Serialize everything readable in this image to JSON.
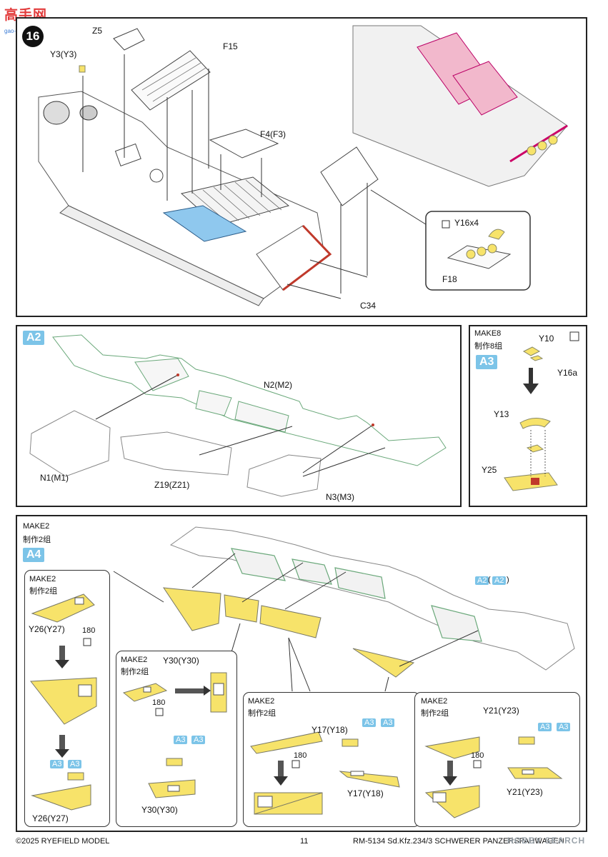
{
  "watermark": {
    "logo_text": "高手网",
    "url_text": "gao-shou.com"
  },
  "step16": {
    "step_number": "16",
    "labels": {
      "z5": "Z5",
      "f15": "F15",
      "y3": "Y3(Y3)",
      "f4": "F4(F3)",
      "c34": "C34",
      "y16x4": "Y16x4",
      "f18": "F18"
    }
  },
  "a2": {
    "badge": "A2",
    "labels": {
      "n2": "N2(M2)",
      "n1": "N1(M1)",
      "z19": "Z19(Z21)",
      "n3": "N3(M3)"
    }
  },
  "a3": {
    "make": "MAKE8",
    "make_cn": "制作8组",
    "badge": "A3",
    "labels": {
      "y10": "Y10",
      "y16a": "Y16a",
      "y13": "Y13",
      "y25": "Y25"
    }
  },
  "a4": {
    "make": "MAKE2",
    "make_cn": "制作2组",
    "badge": "A4",
    "ref_badge": "A2",
    "ref_badge_paren": "A2",
    "ref_a3": "A3",
    "ref_a3_paren": "A3",
    "bend": "180",
    "labels": {
      "y26_top": "Y26(Y27)",
      "y26_bottom": "Y26(Y27)",
      "y30_top": "Y30(Y30)",
      "y30_bottom": "Y30(Y30)",
      "y17_top": "Y17(Y18)",
      "y17_bottom": "Y17(Y18)",
      "y21_top": "Y21(Y23)",
      "y21_bottom": "Y21(Y23)"
    }
  },
  "footer": {
    "copyright": "©2025 RYEFIELD MODEL",
    "page": "11",
    "product": "RM-5134 Sd.Kfz.234/3 SCHWERER PANZERSPAHWAGEN",
    "watermark": "HOBBY SEARCH"
  },
  "colors": {
    "badge": "#7cc4e8",
    "yellow": "#f7e36a",
    "pink": "#f2b8cc",
    "blue": "#8fc8ee",
    "red": "#c0392b",
    "green": "#6aa87a"
  }
}
